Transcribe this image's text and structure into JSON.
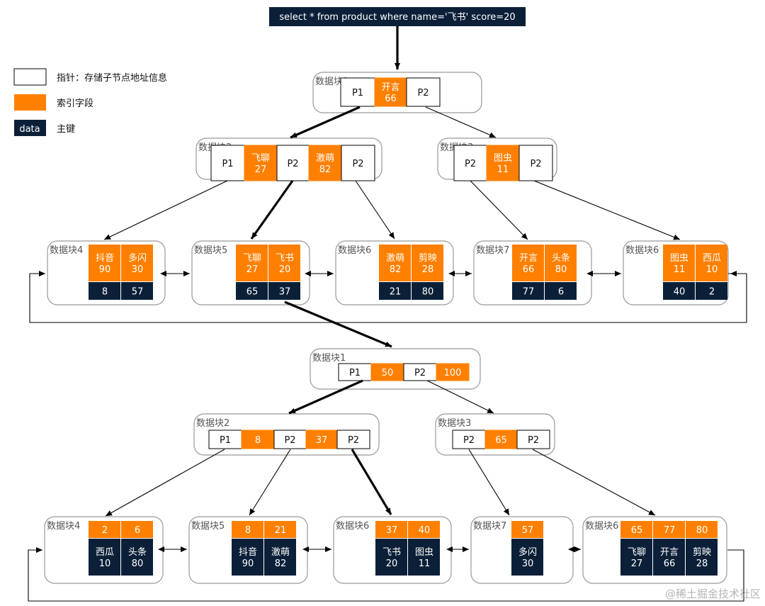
{
  "query": "select * from product where name='飞书' score=20",
  "legend": [
    {
      "kind": "pointer",
      "label": "指针：存储子节点地址信息"
    },
    {
      "kind": "index",
      "label": "索引字段",
      "color": "#ff8000"
    },
    {
      "kind": "data",
      "swatch_text": "data",
      "label": "主键",
      "color": "#0b2038"
    }
  ],
  "colors": {
    "orange": "#ff8000",
    "navy": "#0b2038",
    "border": "#999999"
  },
  "primary_index": {
    "root": {
      "label": "数据块1",
      "cells": [
        "P1",
        "开言\n66",
        "P2"
      ]
    },
    "internal": [
      {
        "label": "数据块2",
        "cells": [
          "P1",
          "飞聊\n27",
          "P2",
          "激萌\n82",
          "P2"
        ]
      },
      {
        "label": "数据块3",
        "cells": [
          "P2",
          "图虫\n11",
          "P2"
        ]
      }
    ],
    "leaves": [
      {
        "label": "数据块4",
        "keys": [
          "抖音\n90",
          "多闪\n30"
        ],
        "data": [
          "8",
          "57"
        ]
      },
      {
        "label": "数据块5",
        "keys": [
          "飞聊\n27",
          "飞书\n20"
        ],
        "data": [
          "65",
          "37"
        ]
      },
      {
        "label": "数据块6",
        "keys": [
          "激萌\n82",
          "剪映\n28"
        ],
        "data": [
          "21",
          "80"
        ]
      },
      {
        "label": "数据块7",
        "keys": [
          "开言\n66",
          "头条\n80"
        ],
        "data": [
          "77",
          "6"
        ]
      },
      {
        "label": "数据块6",
        "keys": [
          "图虫\n11",
          "西瓜\n10"
        ],
        "data": [
          "40",
          "2"
        ]
      }
    ]
  },
  "clustered_index": {
    "root": {
      "label": "数据块1",
      "cells": [
        "P1",
        "50",
        "P2",
        "100"
      ]
    },
    "internal": [
      {
        "label": "数据块2",
        "cells": [
          "P1",
          "8",
          "P2",
          "37",
          "P2"
        ]
      },
      {
        "label": "数据块3",
        "cells": [
          "P2",
          "65",
          "P2"
        ]
      }
    ],
    "leaves": [
      {
        "label": "数据块4",
        "keys": [
          "2",
          "6"
        ],
        "data": [
          "西瓜\n10",
          "头条\n80"
        ]
      },
      {
        "label": "数据块5",
        "keys": [
          "8",
          "21"
        ],
        "data": [
          "抖音\n90",
          "激萌\n82"
        ]
      },
      {
        "label": "数据块6",
        "keys": [
          "37",
          "40"
        ],
        "data": [
          "飞书\n20",
          "图虫\n11"
        ]
      },
      {
        "label": "数据块7",
        "keys": [
          "57"
        ],
        "data": [
          "多闪\n30"
        ]
      },
      {
        "label": "数据块6",
        "keys": [
          "65",
          "77",
          "80"
        ],
        "data": [
          "飞聊\n27",
          "开言\n66",
          "剪映\n28"
        ]
      }
    ]
  },
  "watermark": "@稀土掘金技术社区"
}
